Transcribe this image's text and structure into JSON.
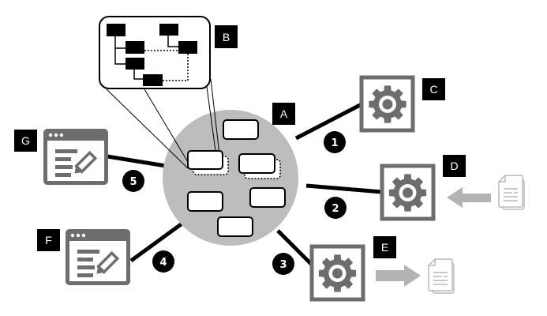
{
  "diagram": {
    "labels": {
      "A": "A",
      "B": "B",
      "C": "C",
      "D": "D",
      "E": "E",
      "F": "F",
      "G": "G"
    },
    "connections": {
      "n1": "1",
      "n2": "2",
      "n3": "3",
      "n4": "4",
      "n5": "5"
    },
    "colors": {
      "hub": "#bdbdbd",
      "icon": "#6d6d6d",
      "doc": "#b8b8b8",
      "label_bg": "#000000"
    }
  }
}
